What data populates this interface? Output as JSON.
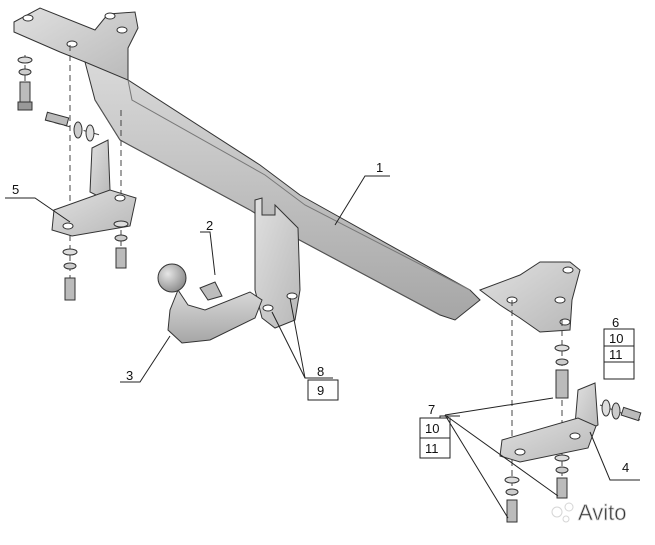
{
  "diagram": {
    "callouts": {
      "c1": "1",
      "c2": "2",
      "c3": "3",
      "c4": "4",
      "c5": "5",
      "c6": "6",
      "c7": "7",
      "c8": "8",
      "c9": "9",
      "c10a": "10",
      "c11a": "11",
      "c10b": "10",
      "c11b": "11"
    },
    "watermark": "Avito"
  }
}
